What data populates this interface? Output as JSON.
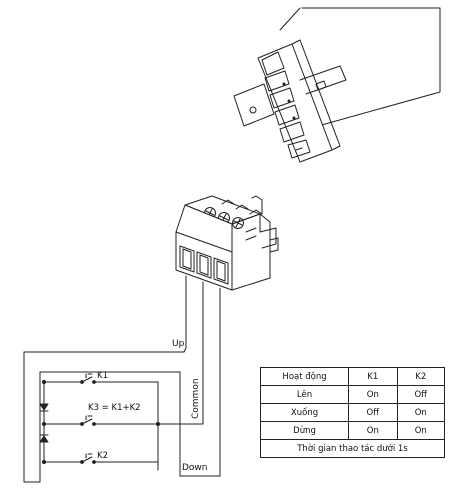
{
  "wires": {
    "up": "Up",
    "common": "Common",
    "down": "Down"
  },
  "switches": {
    "k1": "K1",
    "k2": "K2",
    "k3": "K3 = K1+K2"
  },
  "table": {
    "header": [
      "Hoạt động",
      "K1",
      "K2"
    ],
    "rows": [
      [
        "Lên",
        "On",
        "Off"
      ],
      [
        "Xuống",
        "Off",
        "On"
      ],
      [
        "Dừng",
        "On",
        "On"
      ]
    ],
    "footer": "Thời gian thao tác dưới 1s"
  }
}
